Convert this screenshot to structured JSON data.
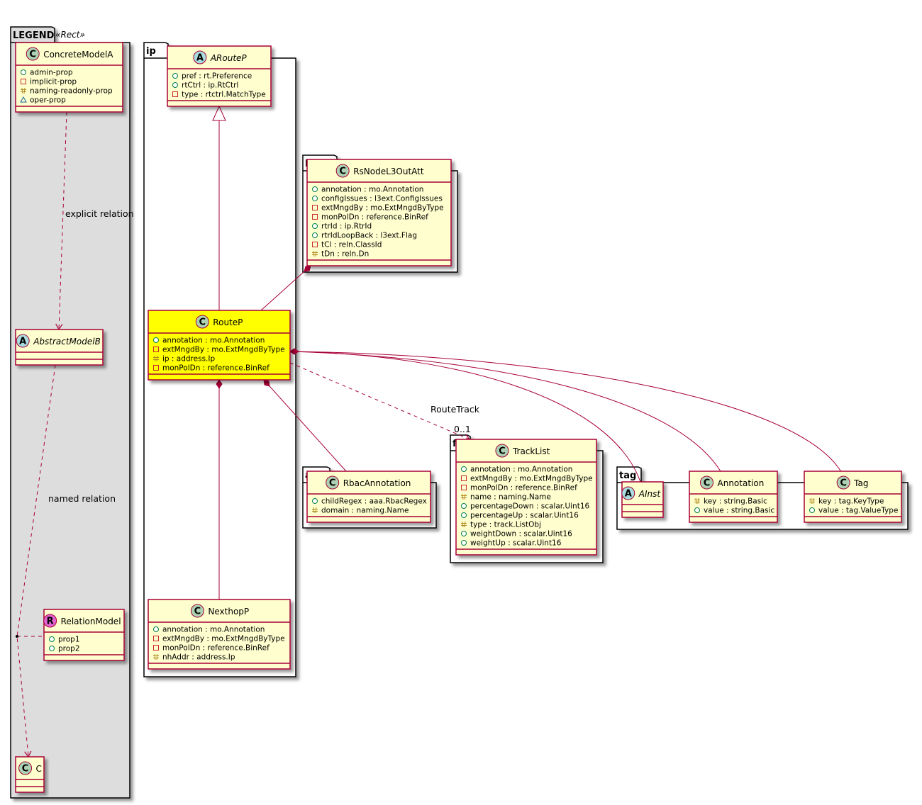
{
  "colors": {
    "class_fill": "#FEFECE",
    "class_border": "#A80036",
    "highlight_fill": "#FFFF00",
    "legend_fill": "#DDDDDD",
    "circle_class": "#ADD1B2",
    "circle_abstract": "#A9DCDF",
    "circle_relation": "#E061D2",
    "vis_public_fill": "#ffffff",
    "vis_public_stroke": "#038048",
    "vis_private_stroke": "#C82930",
    "vis_protected_stroke": "#B38D22",
    "vis_package_stroke": "#1963A0"
  },
  "packages": [
    {
      "id": "legend",
      "label": "LEGEND",
      "stereotype": "«Rect»"
    },
    {
      "id": "ip",
      "label": "ip"
    },
    {
      "id": "l3ext",
      "label": "l3ext"
    },
    {
      "id": "aaa",
      "label": "aaa"
    },
    {
      "id": "fv",
      "label": "fv"
    },
    {
      "id": "tag",
      "label": "tag"
    }
  ],
  "classes": [
    {
      "id": "ConcreteModelA",
      "name": "ConcreteModelA",
      "kind": "C",
      "attrs": [
        {
          "v": "+",
          "t": "admin-prop"
        },
        {
          "v": "-",
          "t": "implicit-prop"
        },
        {
          "v": "#",
          "t": "naming-readonly-prop"
        },
        {
          "v": "~",
          "t": "oper-prop"
        }
      ]
    },
    {
      "id": "AbstractModelB",
      "name": "AbstractModelB",
      "kind": "A",
      "italic": true,
      "attrs": []
    },
    {
      "id": "RelationModel",
      "name": "RelationModel",
      "kind": "R",
      "attrs": [
        {
          "v": "+",
          "t": "prop1"
        },
        {
          "v": "+",
          "t": "prop2"
        }
      ]
    },
    {
      "id": "C",
      "name": "C",
      "kind": "C",
      "attrs": []
    },
    {
      "id": "ARouteP",
      "name": "ARouteP",
      "kind": "A",
      "italic": true,
      "attrs": [
        {
          "v": "+",
          "t": "pref : rt.Preference"
        },
        {
          "v": "+",
          "t": "rtCtrl : ip.RtCtrl"
        },
        {
          "v": "-",
          "t": "type : rtctrl.MatchType"
        }
      ]
    },
    {
      "id": "RouteP",
      "name": "RouteP",
      "kind": "C",
      "highlight": true,
      "attrs": [
        {
          "v": "+",
          "t": "annotation : mo.Annotation"
        },
        {
          "v": "-",
          "t": "extMngdBy : mo.ExtMngdByType"
        },
        {
          "v": "#",
          "t": "ip : address.Ip"
        },
        {
          "v": "-",
          "t": "monPolDn : reference.BinRef"
        }
      ]
    },
    {
      "id": "NexthopP",
      "name": "NexthopP",
      "kind": "C",
      "attrs": [
        {
          "v": "+",
          "t": "annotation : mo.Annotation"
        },
        {
          "v": "-",
          "t": "extMngdBy : mo.ExtMngdByType"
        },
        {
          "v": "-",
          "t": "monPolDn : reference.BinRef"
        },
        {
          "v": "#",
          "t": "nhAddr : address.Ip"
        }
      ]
    },
    {
      "id": "RsNodeL3OutAtt",
      "name": "RsNodeL3OutAtt",
      "kind": "C",
      "attrs": [
        {
          "v": "+",
          "t": "annotation : mo.Annotation"
        },
        {
          "v": "+",
          "t": "configIssues : l3ext.ConfigIssues"
        },
        {
          "v": "-",
          "t": "extMngdBy : mo.ExtMngdByType"
        },
        {
          "v": "-",
          "t": "monPolDn : reference.BinRef"
        },
        {
          "v": "+",
          "t": "rtrId : ip.RtrId"
        },
        {
          "v": "+",
          "t": "rtrIdLoopBack : l3ext.Flag"
        },
        {
          "v": "-",
          "t": "tCl : reln.ClassId"
        },
        {
          "v": "#",
          "t": "tDn : reln.Dn"
        }
      ]
    },
    {
      "id": "RbacAnnotation",
      "name": "RbacAnnotation",
      "kind": "C",
      "attrs": [
        {
          "v": "+",
          "t": "childRegex : aaa.RbacRegex"
        },
        {
          "v": "#",
          "t": "domain : naming.Name"
        }
      ]
    },
    {
      "id": "TrackList",
      "name": "TrackList",
      "kind": "C",
      "attrs": [
        {
          "v": "+",
          "t": "annotation : mo.Annotation"
        },
        {
          "v": "-",
          "t": "extMngdBy : mo.ExtMngdByType"
        },
        {
          "v": "-",
          "t": "monPolDn : reference.BinRef"
        },
        {
          "v": "#",
          "t": "name : naming.Name"
        },
        {
          "v": "+",
          "t": "percentageDown : scalar.Uint16"
        },
        {
          "v": "+",
          "t": "percentageUp : scalar.Uint16"
        },
        {
          "v": "#",
          "t": "type : track.ListObj"
        },
        {
          "v": "+",
          "t": "weightDown : scalar.Uint16"
        },
        {
          "v": "+",
          "t": "weightUp : scalar.Uint16"
        }
      ]
    },
    {
      "id": "AInst",
      "name": "AInst",
      "kind": "A",
      "italic": true,
      "attrs": []
    },
    {
      "id": "Annotation",
      "name": "Annotation",
      "kind": "C",
      "attrs": [
        {
          "v": "#",
          "t": "key : string.Basic"
        },
        {
          "v": "+",
          "t": "value : string.Basic"
        }
      ]
    },
    {
      "id": "Tag",
      "name": "Tag",
      "kind": "C",
      "attrs": [
        {
          "v": "#",
          "t": "key : tag.KeyType"
        },
        {
          "v": "+",
          "t": "value : tag.ValueType"
        }
      ]
    }
  ],
  "edge_labels": {
    "explicit": "explicit relation",
    "named": "named relation",
    "route_track": "RouteTrack",
    "route_track_mult": "0..1"
  }
}
